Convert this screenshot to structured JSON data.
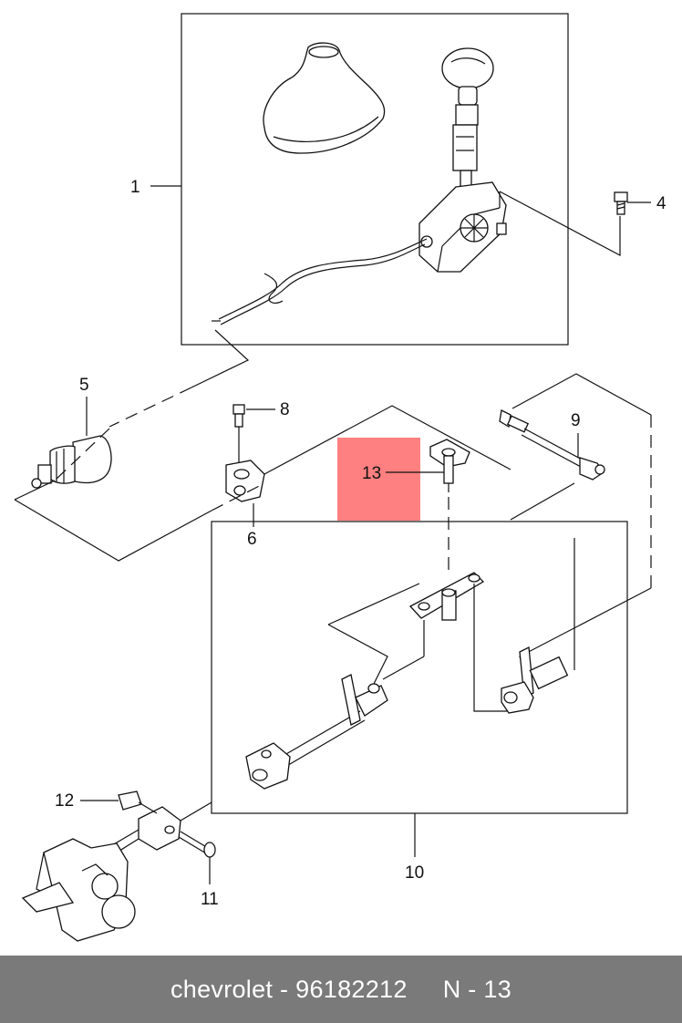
{
  "callouts": {
    "c1": "1",
    "c4": "4",
    "c5": "5",
    "c6": "6",
    "c8": "8",
    "c9": "9",
    "c10": "10",
    "c11": "11",
    "c12": "12",
    "c13": "13"
  },
  "highlight_color": "#ff8080",
  "footer": {
    "brand": "chevrolet",
    "part_number": "96182212",
    "ref": "N - 13",
    "separator": " - "
  }
}
